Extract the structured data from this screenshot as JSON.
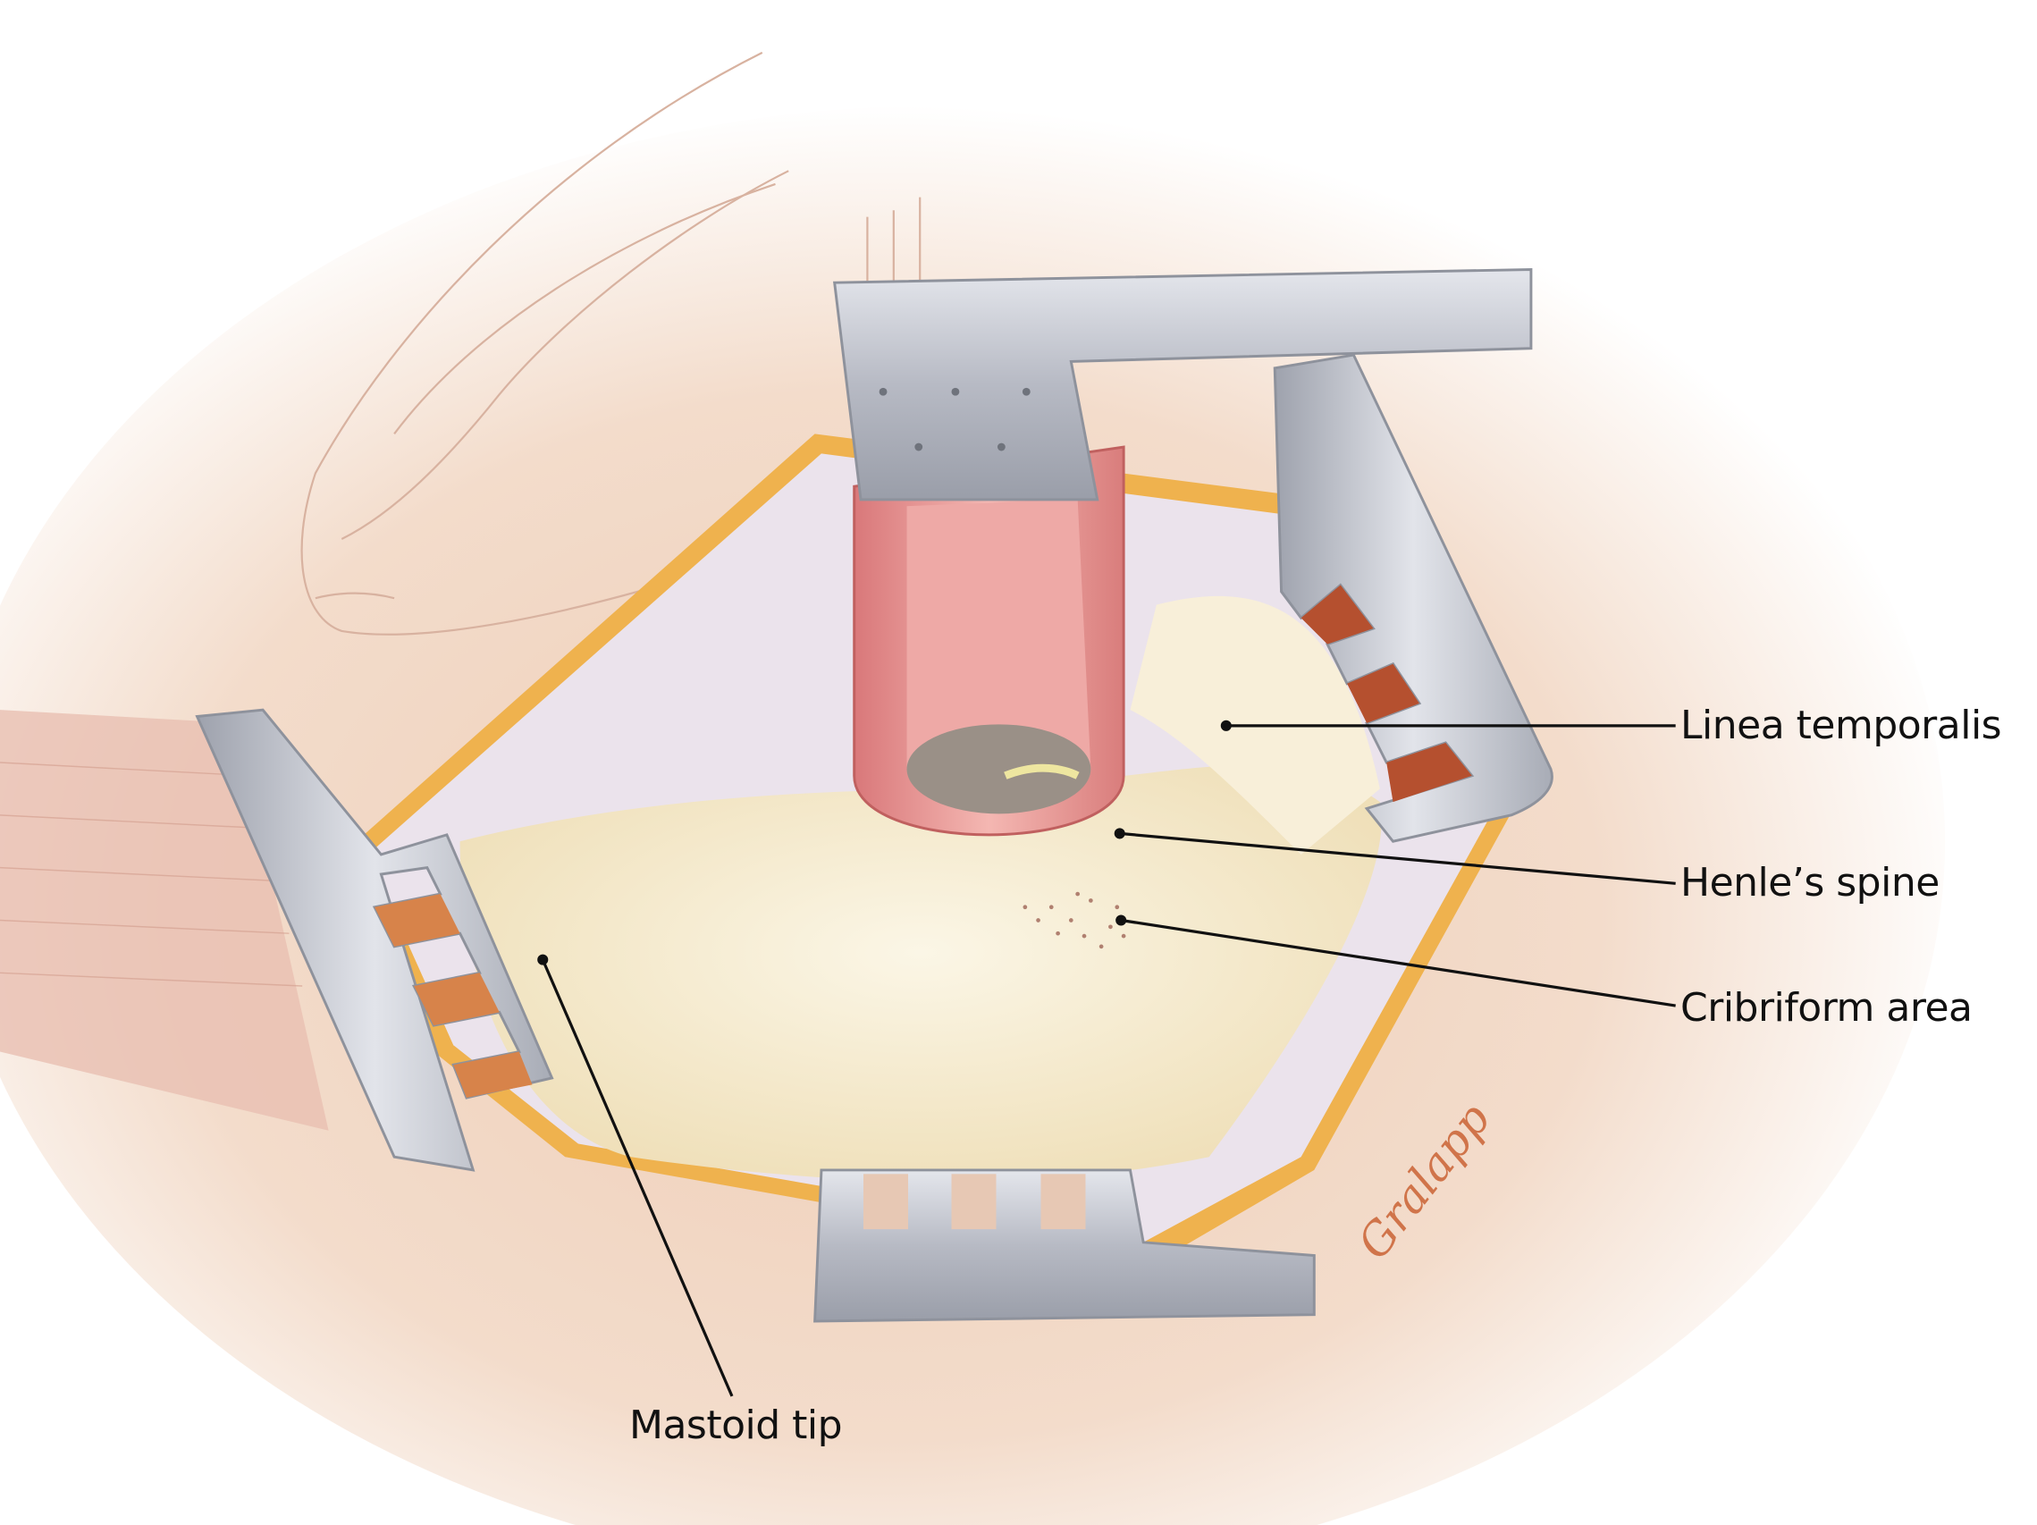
{
  "title": "Exposure of the mastoid cortex with retractors and ear speculum",
  "labels": {
    "linea_temporalis": "Linea temporalis",
    "henles_spine": "Henle’s spine",
    "cribriform_area": "Cribriform area",
    "mastoid_tip": "Mastoid tip"
  },
  "signature": "Gralapp",
  "colors": {
    "skin": "#f0d2bd",
    "bone": "#f5ead0",
    "fat": "#efb24e",
    "metal": "#b9bcc6",
    "speculum": "#e59a98",
    "muscle": "#b5502f",
    "signature": "#d0744a",
    "leader": "#111111"
  }
}
